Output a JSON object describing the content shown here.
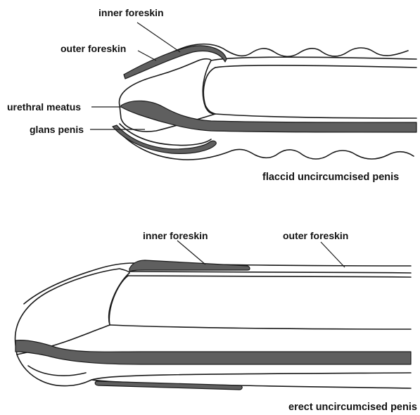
{
  "flaccid": {
    "labels": {
      "inner_foreskin": "inner foreskin",
      "outer_foreskin": "outer foreskin",
      "urethral_meatus": "urethral meatus",
      "glans_penis": "glans penis"
    },
    "caption": "flaccid uncircumcised penis"
  },
  "erect": {
    "labels": {
      "inner_foreskin": "inner foreskin",
      "outer_foreskin": "outer foreskin"
    },
    "caption": "erect uncircumcised penis"
  },
  "colors": {
    "tissue_fill": "#5f5f5f",
    "outline": "#1a1a1a",
    "background": "#ffffff"
  }
}
